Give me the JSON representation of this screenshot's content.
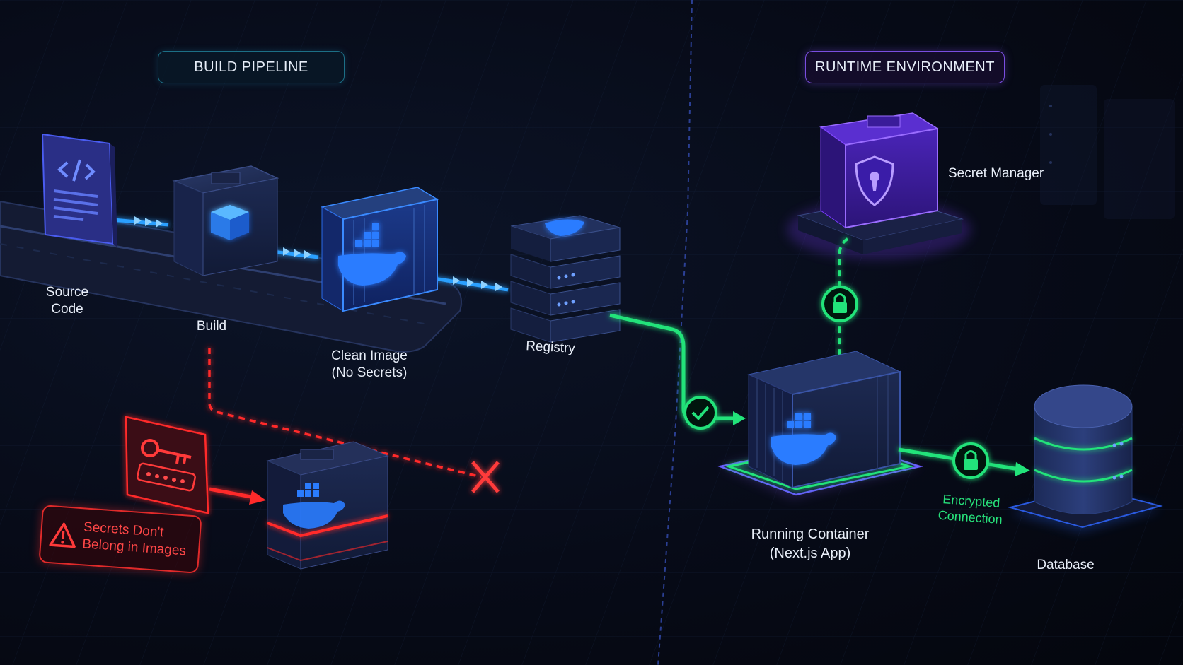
{
  "headers": {
    "build": "BUILD PIPELINE",
    "runtime": "RUNTIME ENVIRONMENT"
  },
  "nodes": {
    "source_code": "Source\nCode",
    "build": "Build",
    "clean_image": "Clean Image\n(No Secrets)",
    "registry": "Registry",
    "secret_manager": "Secret Manager",
    "running_container": "Running Container\n(Next.js App)",
    "database": "Database"
  },
  "edges": {
    "encrypted_connection": "Encrypted\nConnection"
  },
  "warning": {
    "text": "Secrets Don't\nBelong in Images"
  },
  "icons": [
    "code-icon",
    "cube-icon",
    "docker-whale-icon",
    "server-icon",
    "shield-keyhole-icon",
    "lock-icon",
    "check-icon",
    "key-icon",
    "warning-triangle-icon",
    "x-icon",
    "database-icon"
  ],
  "colors": {
    "build_flow": "#1e90ff",
    "runtime_flow": "#22e37a",
    "secret_manager": "#7b3cff",
    "danger": "#ff2a2a"
  }
}
